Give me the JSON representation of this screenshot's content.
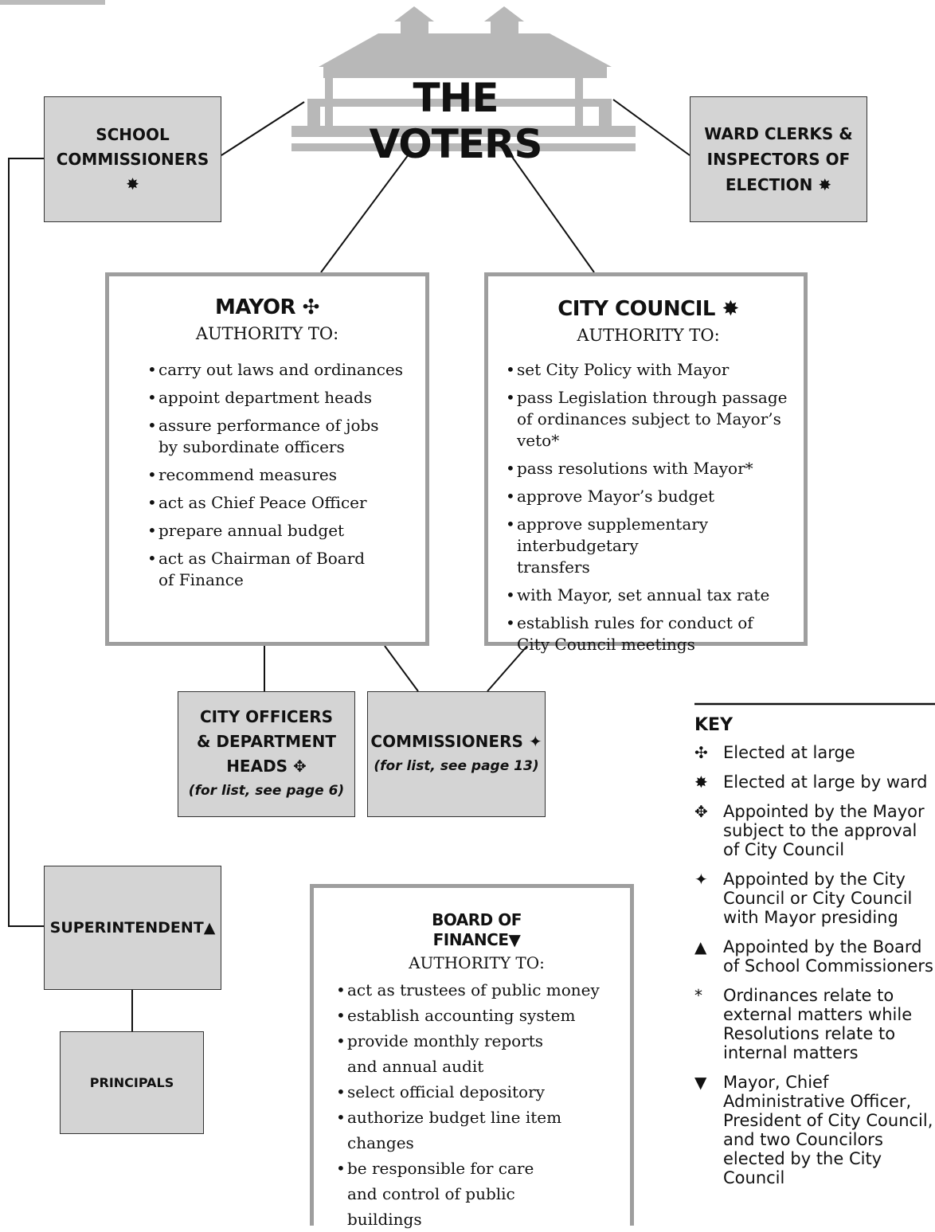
{
  "voters": {
    "title": "THE VOTERS"
  },
  "school_commissioners": {
    "label": "SCHOOL COMMISSIONERS",
    "symbol": "✸"
  },
  "ward_clerks": {
    "label": "WARD CLERKS & INSPECTORS OF ELECTION",
    "symbol": "✸"
  },
  "mayor": {
    "title": "MAYOR",
    "symbol": "✣",
    "subtitle": "AUTHORITY TO:",
    "items": [
      "carry out laws and ordinances",
      "appoint department heads",
      "assure performance of jobs by subordinate officers",
      "recommend measures",
      "act as Chief Peace Officer",
      "prepare annual budget",
      "act as Chairman of Board of Finance"
    ]
  },
  "city_council": {
    "title": "CITY COUNCIL",
    "symbol": "✸",
    "subtitle": "AUTHORITY TO:",
    "items": [
      "set City Policy with Mayor",
      "pass Legislation through passage of ordinances subject to Mayor’s veto*",
      "pass resolutions with Mayor*",
      "approve Mayor’s budget",
      "approve supplementary interbudgetary transfers",
      "with Mayor, set annual tax rate",
      "establish rules for conduct of City Council meetings"
    ]
  },
  "city_officers": {
    "line1": "CITY OFFICERS",
    "line2": "& DEPARTMENT",
    "line3": "HEADS",
    "symbol": "✥",
    "note": "(for list, see page 6)"
  },
  "commissioners": {
    "label": "COMMISSIONERS",
    "symbol": "✦",
    "note": "(for list, see page 13)"
  },
  "superintendent": {
    "label": "SUPERINTENDENT",
    "symbol": "▲"
  },
  "principals": {
    "label": "PRINCIPALS"
  },
  "board_of_finance": {
    "title_line1": "BOARD OF",
    "title_line2": "FINANCE",
    "symbol": "▼",
    "subtitle": "AUTHORITY TO:",
    "items": [
      "act as trustees of public money",
      "establish accounting system",
      "provide monthly reports and annual audit",
      "select official depository",
      "authorize budget line item changes",
      "be responsible for care and control of public buildings"
    ]
  },
  "key": {
    "title": "KEY",
    "entries": [
      {
        "symbol": "✣",
        "text": "Elected at large"
      },
      {
        "symbol": "✸",
        "text": "Elected at large by ward"
      },
      {
        "symbol": "✥",
        "text": "Appointed by the Mayor subject to the approval of City Council"
      },
      {
        "symbol": "✦",
        "text": "Appointed by the City Council or City Council with Mayor presiding"
      },
      {
        "symbol": "▲",
        "text": "Appointed by the Board of School Commissioners"
      },
      {
        "symbol": "*",
        "text": "Ordinances relate to external matters while Resolutions relate to internal matters"
      },
      {
        "symbol": "▼",
        "text": "Mayor, Chief Administrative Officer, President of City Council, and two Councilors elected by the City Council"
      }
    ]
  }
}
